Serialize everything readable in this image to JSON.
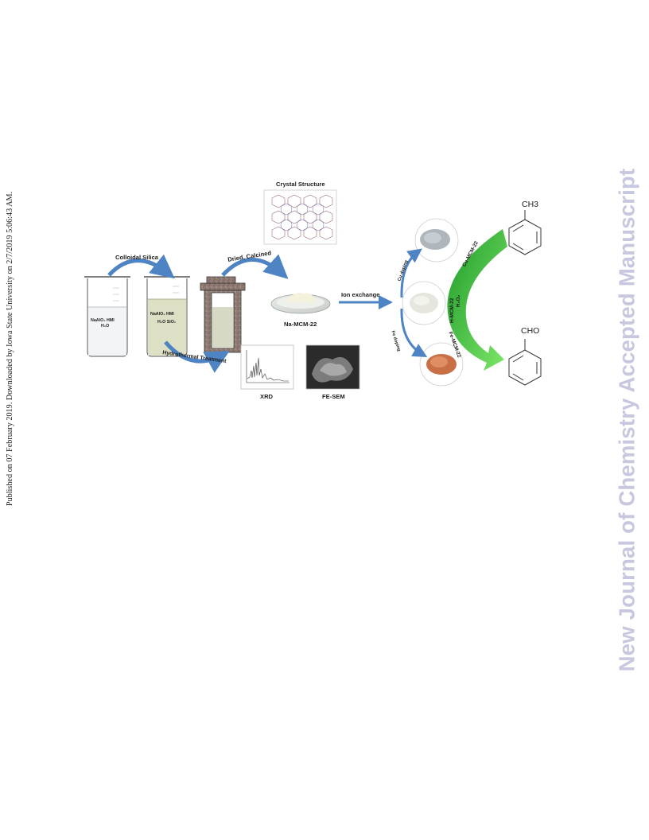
{
  "page": {
    "side_left": "Published on 07 February 2019. Downloaded by Iowa State University on 2/7/2019 5:06:43 AM.",
    "side_right": "New Journal of Chemistry Accepted Manuscript"
  },
  "figure": {
    "arrow_colloidal": "Colloidal Silica",
    "arrow_dried": "Dried, Calcined",
    "arrow_hydrothermal": "Hydrothermal Treatment",
    "arrow_ion_exchange": "Ion exchange",
    "beaker1_line1": "NaAlO₂   HMI",
    "beaker1_line2": "H₂O",
    "beaker2_line1": "NaAlO₂   HMI",
    "beaker2_line2": "H₂O   SiO₂",
    "crystal_structure_title": "Crystal Structure",
    "product_label": "Na-MCM-22",
    "xrd_label": "XRD",
    "fesem_label": "FE-SEM",
    "cu_doping": "Cu doping",
    "fe_doping": "Fe doping",
    "cu_mcm": "Cu-MCM-22",
    "h_mcm": "H-MCM-22",
    "h2o2": "H₂O₂",
    "fe_mcm": "Fe-MCM-22",
    "ch3": "CH3",
    "cho": "CHO"
  }
}
